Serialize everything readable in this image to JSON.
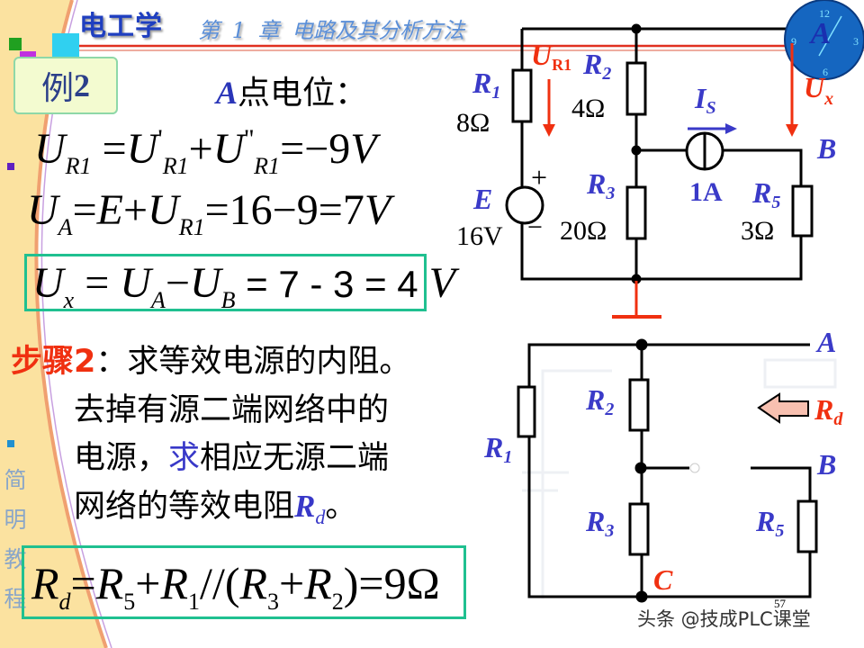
{
  "header": {
    "course_title": "电工学",
    "chapter_title": "第 1 章  电路及其分析方法"
  },
  "example_label": {
    "prefix": "例",
    "number": "2"
  },
  "heading": {
    "point": "A",
    "text": "点电位："
  },
  "formulas": {
    "ur1": {
      "lhs": "U",
      "lhs_sub": "R1",
      "t1": "U",
      "t1_sup": "'",
      "t1_sub": "R1",
      "plus": "+",
      "t2": "U",
      "t2_sup": "''",
      "t2_sub": "R1",
      "result": "=−9",
      "unit": "V"
    },
    "ua": {
      "lhs": "U",
      "lhs_sub": "A",
      "mid": "=",
      "e": "E",
      "plus": "+",
      "u": "U",
      "u_sub": "R1",
      "result": "=16−9=7",
      "unit": "V"
    },
    "ux": {
      "lhs": "U",
      "lhs_sub": "x",
      "eq": " = ",
      "a": "U",
      "a_sub": "A",
      "minus": "−",
      "b": "U",
      "b_sub": "B",
      "result": " = 7 - 3 = 4",
      "unit": "V"
    },
    "rd": {
      "lhs": "R",
      "lhs_sub": "d",
      "eq1": "=",
      "r5": "R",
      "r5_sub": "5",
      "plus1": "+",
      "r1": "R",
      "r1_sub": "1",
      "par": "//(",
      "r3": "R",
      "r3_sub": "3",
      "plus2": "+",
      "r2": "R",
      "r2_sub": "2",
      "result": ")=9Ω"
    }
  },
  "step2": {
    "label": "步骤2",
    "colon": "：",
    "line1": "求等效电源的内阻。",
    "line2": "去掉有源二端网络中的",
    "line3a": "电源，",
    "line3b": "求",
    "line3c": "相应无源二端",
    "line4": "网络的等效电阻",
    "rd": "R",
    "rd_sub": "d",
    "end": "。"
  },
  "side_text": [
    "简",
    "明",
    "教",
    "程"
  ],
  "circuit_top": {
    "r1": {
      "name": "R",
      "sub": "1",
      "value": "8Ω"
    },
    "r2": {
      "name": "R",
      "sub": "2",
      "value": "4Ω"
    },
    "r3": {
      "name": "R",
      "sub": "3",
      "value": "20Ω"
    },
    "r5": {
      "name": "R",
      "sub": "5",
      "value": "3Ω"
    },
    "source_e": {
      "name": "E",
      "value": "16V",
      "plus": "+",
      "minus": "−"
    },
    "source_is": {
      "name": "I",
      "sub": "S",
      "value": "1A"
    },
    "ur1": {
      "name": "U",
      "sub": "R1"
    },
    "ux": {
      "name": "U",
      "sub": "x"
    },
    "node_b": "B",
    "meter": {
      "label": "A",
      "ticks": [
        "12",
        "3",
        "6",
        "9"
      ]
    }
  },
  "circuit_bottom": {
    "r1": {
      "name": "R",
      "sub": "1"
    },
    "r2": {
      "name": "R",
      "sub": "2"
    },
    "r3": {
      "name": "R",
      "sub": "3"
    },
    "r5": {
      "name": "R",
      "sub": "5"
    },
    "node_a": "A",
    "node_b": "B",
    "node_c": "C",
    "rd": {
      "name": "R",
      "sub": "d"
    }
  },
  "page_number": "57",
  "watermark": "头条 @技成PLC课堂",
  "colors": {
    "accent_blue": "#3a3ac8",
    "accent_red": "#f03010",
    "box_border": "#20c090",
    "sidebar": "#fbe3a0"
  }
}
